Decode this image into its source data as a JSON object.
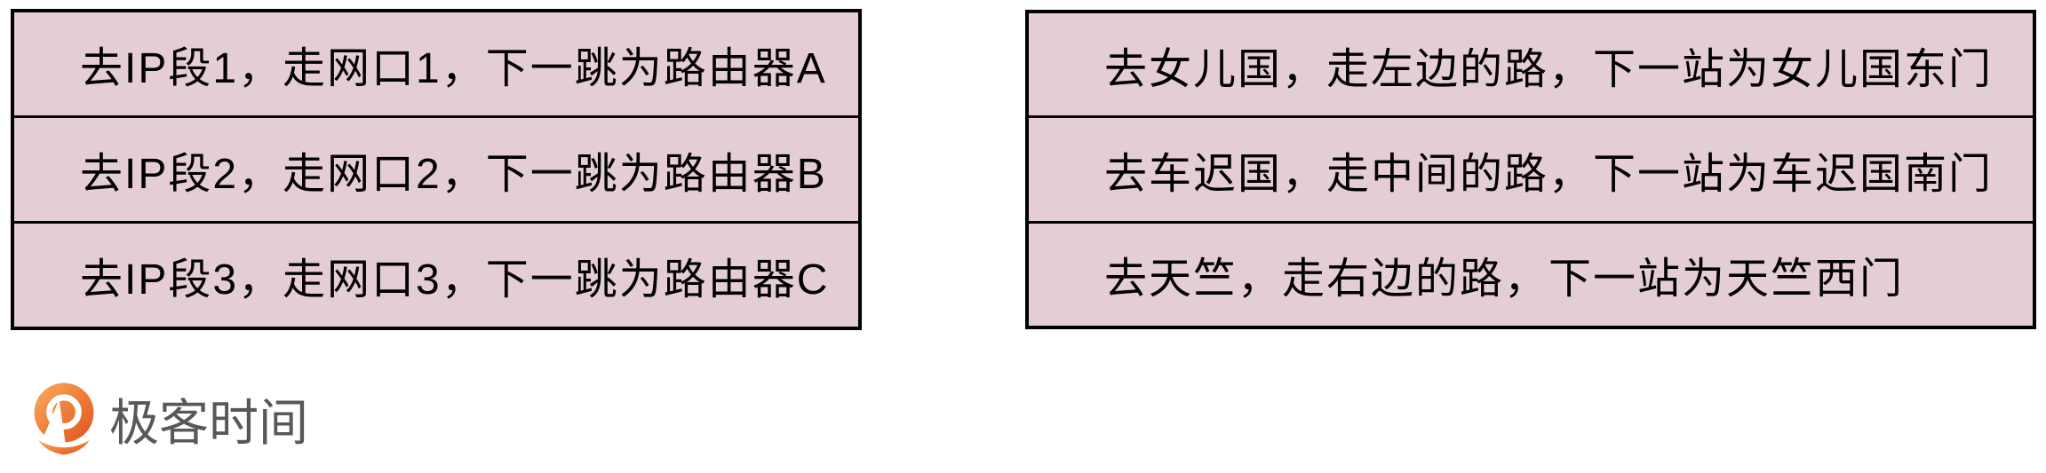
{
  "page": {
    "background_color": "#ffffff"
  },
  "routing_table_left": {
    "rows": [
      "去IP段1，走网口1，下一跳为路由器A",
      "去IP段2，走网口2，下一跳为路由器B",
      "去IP段3，走网口3，下一跳为路由器C"
    ]
  },
  "routing_table_right": {
    "rows": [
      "去女儿国，走左边的路，下一站为女儿国东门",
      "去车迟国，走中间的路，下一站为车迟国南门",
      "去天竺，走右边的路，下一站为天竺西门"
    ]
  },
  "branding": {
    "logo_text": "极客时间",
    "logo_icon": "geektime-pin-icon",
    "logo_text_color": "#595757",
    "logo_orange_light": "#F8AE63",
    "logo_orange_mid": "#ED7A35",
    "logo_orange_dark": "#E0521E"
  },
  "style": {
    "cell_background": "#E4CED4",
    "table_border_color": "#000000",
    "cell_text_color": "#000000"
  }
}
